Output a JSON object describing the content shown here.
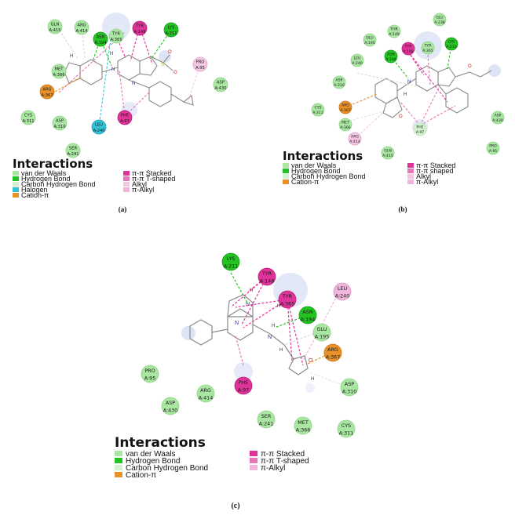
{
  "colors": {
    "vdw": "#a9e6a2",
    "vdw_border": "#8fd487",
    "hbond": "#22c322",
    "carbon_hbond": "#d4f2d1",
    "halogen": "#33c3d6",
    "cation_pi": "#e8902a",
    "pi_stacked": "#e0339a",
    "pi_tshaped": "#e875b8",
    "alkyl": "#f3c6e2",
    "pi_alkyl": "#f0b5da"
  },
  "legend_items": {
    "vdw": "van der Waals",
    "hbond": "Hydrogen Bond",
    "chb": "Carbon Hydrogen Bond",
    "halogen": "Halogen",
    "cation": "Cation-π",
    "pistack": "π-π Stacked",
    "tshape": "π-π T-shaped",
    "tshape_b": "π-π shaped",
    "alkyl": "Alkyl",
    "pialkyl": "π-Alkyl"
  },
  "panel_a": {
    "label": "(a)",
    "legend_title": "Interactions",
    "residues": [
      {
        "id": "gln415",
        "l1": "GLN",
        "l2": "A:415",
        "type": "vdw"
      },
      {
        "id": "arg414",
        "l1": "ARG",
        "l2": "A:414",
        "type": "vdw"
      },
      {
        "id": "asn194",
        "l1": "ASN",
        "l2": "A:194",
        "type": "hbond"
      },
      {
        "id": "tyr365",
        "l1": "TYR",
        "l2": "A:365",
        "type": "vdw"
      },
      {
        "id": "tyr148",
        "l1": "TYR",
        "l2": "A:148",
        "type": "pi_stacked"
      },
      {
        "id": "lys211",
        "l1": "LYS",
        "l2": "A:211",
        "type": "hbond"
      },
      {
        "id": "met366",
        "l1": "MET",
        "l2": "A:366",
        "type": "vdw"
      },
      {
        "id": "pro95",
        "l1": "PRO",
        "l2": "A:95",
        "type": "alkyl"
      },
      {
        "id": "asp430",
        "l1": "ASP",
        "l2": "A:430",
        "type": "vdw"
      },
      {
        "id": "arg367",
        "l1": "ARG",
        "l2": "A:367",
        "type": "cation_pi"
      },
      {
        "id": "cys311",
        "l1": "CYS",
        "l2": "A:311",
        "type": "vdw"
      },
      {
        "id": "asp310",
        "l1": "ASP",
        "l2": "A:310",
        "type": "vdw"
      },
      {
        "id": "leu240",
        "l1": "LEU",
        "l2": "A:240",
        "type": "halogen"
      },
      {
        "id": "phe97",
        "l1": "PHE",
        "l2": "A:97",
        "type": "pi_stacked"
      },
      {
        "id": "ser241",
        "l1": "SER",
        "l2": "A:241",
        "type": "vdw"
      }
    ]
  },
  "panel_b": {
    "label": "(b)",
    "legend_title": "Interactions",
    "residues": [
      {
        "id": "glu238",
        "l1": "GLU",
        "l2": "A:238",
        "type": "vdw"
      },
      {
        "id": "thr149",
        "l1": "THR",
        "l2": "A:149",
        "type": "vdw"
      },
      {
        "id": "glu195",
        "l1": "GLU",
        "l2": "A:195",
        "type": "vdw"
      },
      {
        "id": "tyr148",
        "l1": "TYR",
        "l2": "A:148",
        "type": "pi_stacked"
      },
      {
        "id": "tyr365",
        "l1": "TYR",
        "l2": "A:365",
        "type": "vdw"
      },
      {
        "id": "lys211",
        "l1": "LYS",
        "l2": "A:211",
        "type": "hbond"
      },
      {
        "id": "leu240",
        "l1": "LEU",
        "l2": "A:240",
        "type": "vdw"
      },
      {
        "id": "asn194",
        "l1": "ASN",
        "l2": "A:194",
        "type": "hbond"
      },
      {
        "id": "asp310",
        "l1": "ASP",
        "l2": "A:310",
        "type": "vdw"
      },
      {
        "id": "cys311",
        "l1": "CYS",
        "l2": "A:311",
        "type": "vdw"
      },
      {
        "id": "arg367",
        "l1": "ARG",
        "l2": "A:367",
        "type": "cation_pi"
      },
      {
        "id": "met366",
        "l1": "MET",
        "l2": "A:366",
        "type": "vdw"
      },
      {
        "id": "arg414",
        "l1": "ARG",
        "l2": "A:414",
        "type": "alkyl"
      },
      {
        "id": "phe97",
        "l1": "PHE",
        "l2": "A:97",
        "type": "carbon_hbond"
      },
      {
        "id": "gln415",
        "l1": "GLN",
        "l2": "A:415",
        "type": "vdw"
      },
      {
        "id": "asp430",
        "l1": "ASP",
        "l2": "A:430",
        "type": "vdw"
      },
      {
        "id": "pro95",
        "l1": "PRO",
        "l2": "A:95",
        "type": "vdw"
      }
    ]
  },
  "panel_c": {
    "label": "(c)",
    "legend_title": "Interactions",
    "residues": [
      {
        "id": "lys211",
        "l1": "LYS",
        "l2": "A:211",
        "type": "hbond"
      },
      {
        "id": "tyr148",
        "l1": "TYR",
        "l2": "A:148",
        "type": "pi_stacked"
      },
      {
        "id": "tyr365",
        "l1": "TYR",
        "l2": "A:365",
        "type": "pi_stacked"
      },
      {
        "id": "asn194",
        "l1": "ASN",
        "l2": "A:194",
        "type": "hbond"
      },
      {
        "id": "leu240",
        "l1": "LEU",
        "l2": "A:240",
        "type": "pi_alkyl"
      },
      {
        "id": "glu195",
        "l1": "GLU",
        "l2": "A:195",
        "type": "vdw"
      },
      {
        "id": "arg367",
        "l1": "ARG",
        "l2": "A:367",
        "type": "cation_pi"
      },
      {
        "id": "asp310",
        "l1": "ASP",
        "l2": "A:310",
        "type": "vdw"
      },
      {
        "id": "pro95",
        "l1": "PRO",
        "l2": "A:95",
        "type": "vdw"
      },
      {
        "id": "phe97",
        "l1": "PHE",
        "l2": "A:97",
        "type": "pi_stacked"
      },
      {
        "id": "arg414",
        "l1": "ARG",
        "l2": "A:414",
        "type": "vdw"
      },
      {
        "id": "asp430",
        "l1": "ASP",
        "l2": "A:430",
        "type": "vdw"
      },
      {
        "id": "ser241",
        "l1": "SER",
        "l2": "A:241",
        "type": "vdw"
      },
      {
        "id": "met366",
        "l1": "MET",
        "l2": "A:366",
        "type": "vdw"
      },
      {
        "id": "cys311",
        "l1": "CYS",
        "l2": "A:311",
        "type": "vdw"
      }
    ]
  }
}
